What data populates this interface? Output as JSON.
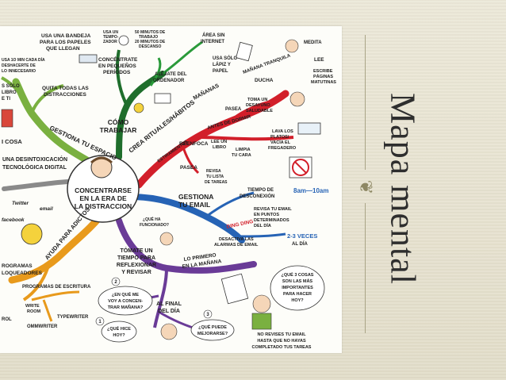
{
  "slide": {
    "title": "Mapa mental",
    "flourish_glyph": "❦",
    "colors": {
      "background": "#e7e3d2",
      "title": "#2e2e2e",
      "rule": "#a9a486"
    }
  },
  "mindmap": {
    "center": [
      "CONCENTRARSE",
      "EN LA ERA DE",
      "LA DISTRACCION"
    ],
    "branches": {
      "espacio": {
        "label": "GESTIONA TU ESPACIO",
        "color": "#7ab040"
      },
      "trabajar": {
        "label": [
          "CÓMO",
          "TRABAJAR"
        ],
        "color": "#1f6e2c"
      },
      "rituales": {
        "label": "CREA RITUALES/HÁBITOS",
        "color": "#d21f2a"
      },
      "email": {
        "label": [
          "GESTIONA",
          "TU EMAIL"
        ],
        "color": "#2663b5"
      },
      "adictos": {
        "label": "AYUDA PARA ADICTOS",
        "color": "#e89a1c"
      },
      "desintox": {
        "label": [
          "UNA DESINTOXICACIÓN",
          "TECNOLÓGICA DIGITAL"
        ],
        "color": "#8a8a8a"
      },
      "tiempo": {
        "label": [
          "TÓMATE UN",
          "TIEMPO PARA",
          "REFLEXIONAR",
          "Y REVISAR"
        ],
        "color": "#6a3b97"
      }
    },
    "texts": {
      "bandeja": [
        "USA UNA BANDEJA",
        "PARA LOS PAPELES",
        "QUE LLEGAN"
      ],
      "cada_dia": [
        "USA 1O MIN CADA DÍA",
        "DESHACERTE DE",
        "LO INNECESARIO"
      ],
      "quita": [
        "QUITA TODAS LAS",
        "DISTRACCIONES"
      ],
      "solo_libro": [
        "S SÓLO",
        "LIBRO",
        "E TI"
      ],
      "cosa": "I COSA",
      "temporizador": [
        "USA UN",
        "TEMPO-",
        "ZADOR"
      ],
      "minutos": [
        "50 MINUTOS DE",
        "TRABAJO",
        "20 MINUTOS DE",
        "DESCANSO"
      ],
      "area": [
        "ÁREA SIN",
        "INTERNET"
      ],
      "concentrate": [
        "CONCÉNTRATE",
        "EN PEQUEÑOS",
        "PERÍODOS"
      ],
      "alejate": [
        "ALÉJATE DEL",
        "ORDENADOR"
      ],
      "lapiz": [
        "USA SÓLO",
        "LÁPIZ Y",
        "PAPEL"
      ],
      "medita": "MEDITA",
      "lee": "LEE",
      "escribe": [
        "ESCRIBE",
        "PÁGINAS",
        "MATUTINAS"
      ],
      "mananas": "MAÑANAS",
      "tranquila": "MAÑANA TRANQUILA",
      "ducha": "DUCHA",
      "pasea1": "PASEA",
      "desayuno": [
        "TOMA UN",
        "DESAYUNO",
        "SALUDABLE"
      ],
      "antes": "ANTES DE DORMIR",
      "estiramientos": "ESTIRAMIENTOS",
      "reenfoca": "REENFOCA",
      "lee_libro": [
        "LEE UN",
        "LIBRO"
      ],
      "limpia": [
        "LIMPIA",
        "TU CARA"
      ],
      "lava": [
        "LAVA LOS",
        "PLATOS/",
        "VACÍA EL",
        "FREGADERO"
      ],
      "pasea2": "PASEA",
      "revisa_lista": [
        "REVISA",
        "TU LISTA",
        "DE TAREAS"
      ],
      "desconexion": [
        "TIEMPO DE",
        "DESCONEXIÓN"
      ],
      "horas": "8am—10am",
      "revisa_email": [
        "REVISA TU EMAIL",
        "EN PUNTOS",
        "DETERMINADOS",
        "DEL DÍA"
      ],
      "ding": "DING DING",
      "veces": [
        "2-3 VECES",
        "AL DÍA"
      ],
      "desactiva": [
        "DESACTIVA LAS",
        "ALARMAS DE EMAIL"
      ],
      "twitter": "Twitter",
      "email_tag": "email",
      "facebook": "facebook",
      "ha_funcionado": [
        "¿QUÉ HA",
        "FUNCIONADO?"
      ],
      "primero": [
        "LO PRIMERO",
        "EN LA MAÑANA"
      ],
      "cosas": [
        "¿QUÉ 3 COSAS",
        "SON LAS MÁS",
        "IMPORTANTES",
        "PARA HACER",
        "HOY?"
      ],
      "bloqueadores": [
        "ROGRAMAS",
        "LOQUEADORES"
      ],
      "escritura": "PROGRAMAS DE ESCRITURA",
      "writeroom": [
        "WRITE",
        "ROOM"
      ],
      "typewriter": "TYPEWRITER",
      "ommwriter": "OMMWRITER",
      "rol": "ROL",
      "manana_q": [
        "¿EN QUÉ ME",
        "VOY A CONCEN-",
        "TRAR MAÑANA?"
      ],
      "final": [
        "AL FINAL",
        "DEL DÍA"
      ],
      "hice": [
        "¿QUÉ HICE",
        "HOY?"
      ],
      "mejorarse": [
        "¿QUÉ PUEDE",
        "MEJORARSE?"
      ],
      "no_revises": [
        "NO REVISES TU EMAIL",
        "HASTA QUE NO HAYAS",
        "COMPLETADO TUS TAREAS"
      ],
      "num1": "1",
      "num2": "2",
      "num3": "3"
    }
  }
}
